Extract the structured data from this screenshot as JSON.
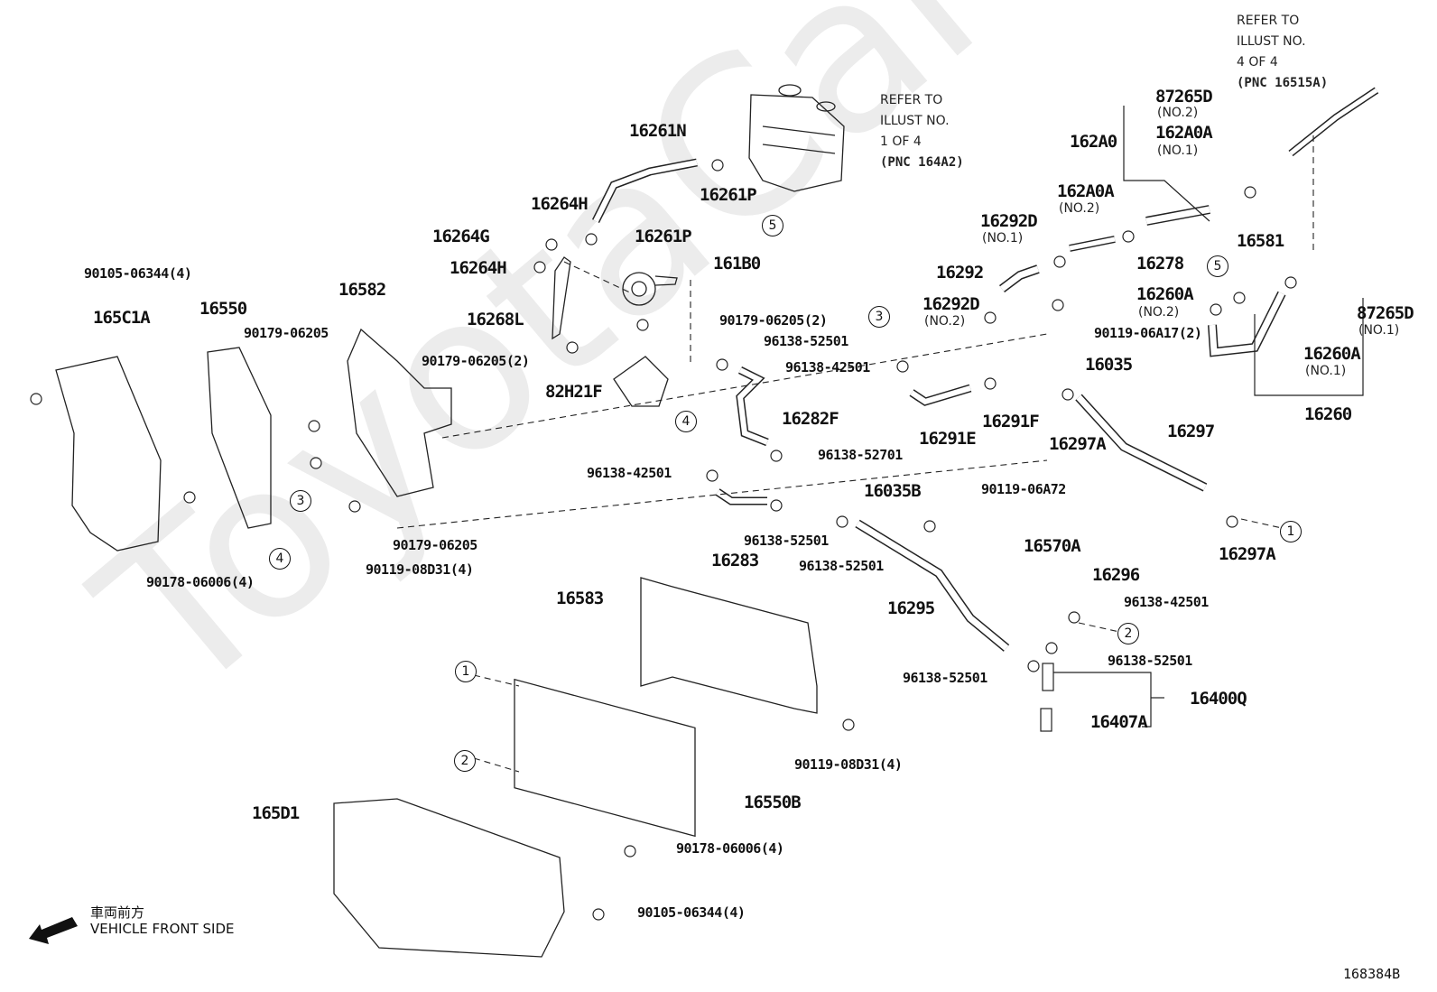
{
  "watermark": "ToyotaCarMart",
  "diagram_id": "168384B",
  "orientation": {
    "label_jp": "車両前方",
    "label_en": "VEHICLE FRONT SIDE",
    "icon": "arrow-left-down-icon"
  },
  "notes": [
    {
      "id": "note-illust-1",
      "lines": [
        "REFER TO",
        "ILLUST NO.",
        "1 OF 4"
      ],
      "pnc": "(PNC 164A2)"
    },
    {
      "id": "note-illust-4",
      "lines": [
        "REFER TO",
        "ILLUST NO.",
        "4 OF 4"
      ],
      "pnc": "(PNC 16515A)"
    }
  ],
  "callout_markers": [
    "1",
    "2",
    "3",
    "4",
    "5"
  ],
  "part_labels": [
    {
      "code": "16261N"
    },
    {
      "code": "16261P"
    },
    {
      "code": "16261P"
    },
    {
      "code": "16264H"
    },
    {
      "code": "16264G"
    },
    {
      "code": "16264H"
    },
    {
      "code": "161B0"
    },
    {
      "code": "16268L"
    },
    {
      "code": "90179-06205(2)"
    },
    {
      "code": "90179-06205(2)"
    },
    {
      "code": "82H21F"
    },
    {
      "code": "96138-52501"
    },
    {
      "code": "96138-42501"
    },
    {
      "code": "16282F"
    },
    {
      "code": "96138-52701"
    },
    {
      "code": "96138-42501"
    },
    {
      "code": "16035B"
    },
    {
      "code": "96138-52501"
    },
    {
      "code": "96138-52501"
    },
    {
      "code": "16283"
    },
    {
      "code": "90105-06344(4)"
    },
    {
      "code": "165C1A"
    },
    {
      "code": "16550"
    },
    {
      "code": "16582"
    },
    {
      "code": "90179-06205"
    },
    {
      "code": "90179-06205"
    },
    {
      "code": "90119-08D31(4)"
    },
    {
      "code": "90178-06006(4)"
    },
    {
      "code": "16583"
    },
    {
      "code": "90119-08D31(4)"
    },
    {
      "code": "165D1"
    },
    {
      "code": "16550B"
    },
    {
      "code": "90178-06006(4)"
    },
    {
      "code": "90105-06344(4)"
    },
    {
      "code": "87265D",
      "sub": "(NO.2)"
    },
    {
      "code": "162A0"
    },
    {
      "code": "162A0A",
      "sub": "(NO.1)"
    },
    {
      "code": "162A0A",
      "sub": "(NO.2)"
    },
    {
      "code": "16292D",
      "sub": "(NO.1)"
    },
    {
      "code": "16292"
    },
    {
      "code": "16278"
    },
    {
      "code": "16292D",
      "sub": "(NO.2)"
    },
    {
      "code": "90119-06A17(2)"
    },
    {
      "code": "16581"
    },
    {
      "code": "16260A",
      "sub": "(NO.2)"
    },
    {
      "code": "87265D",
      "sub": "(NO.1)"
    },
    {
      "code": "16260A",
      "sub": "(NO.1)"
    },
    {
      "code": "16260"
    },
    {
      "code": "16035"
    },
    {
      "code": "16291E"
    },
    {
      "code": "16291F"
    },
    {
      "code": "16297A"
    },
    {
      "code": "16297"
    },
    {
      "code": "16297A"
    },
    {
      "code": "90119-06A72"
    },
    {
      "code": "16570A"
    },
    {
      "code": "16296"
    },
    {
      "code": "96138-42501"
    },
    {
      "code": "16295"
    },
    {
      "code": "96138-52501"
    },
    {
      "code": "96138-52501"
    },
    {
      "code": "16400Q"
    },
    {
      "code": "16407A"
    }
  ]
}
